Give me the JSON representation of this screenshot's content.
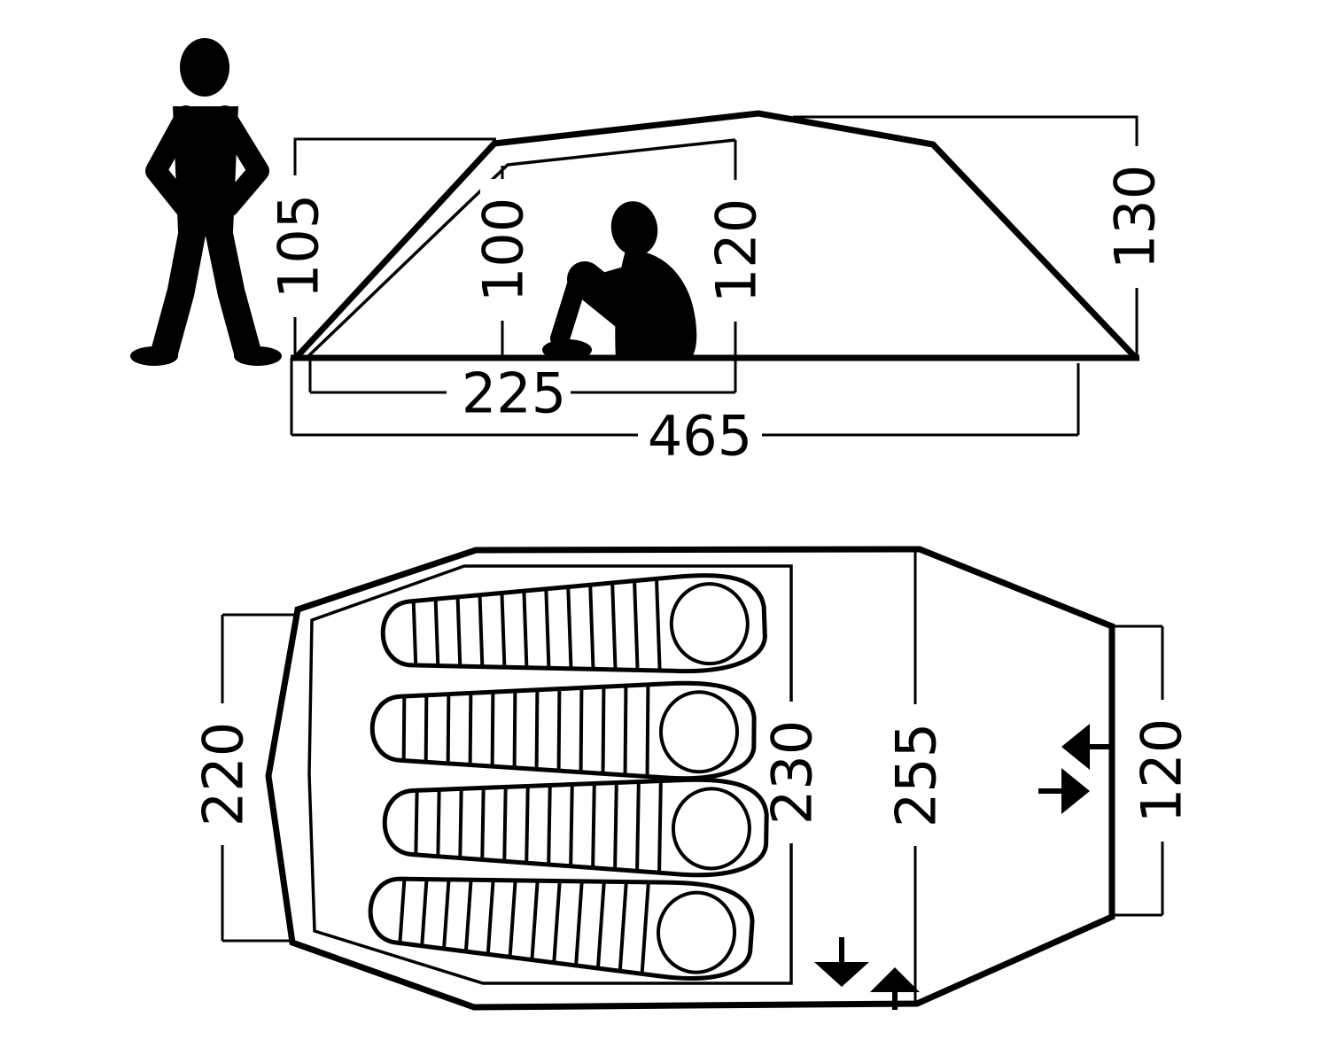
{
  "colors": {
    "ink": "#000000",
    "background": "#ffffff"
  },
  "side_view": {
    "dims": {
      "rear_height": "105",
      "inner_rear_height": "100",
      "inner_front_height": "120",
      "peak_height": "130",
      "inner_length": "225",
      "total_length": "465"
    },
    "figures": [
      "standing-person-silhouette",
      "sitting-person-silhouette"
    ]
  },
  "floor_plan": {
    "dims": {
      "rear_width": "220",
      "inner_width": "230",
      "max_width": "255",
      "door_width": "120"
    },
    "sleeping_bag_count": 4,
    "entrance_count": 2
  }
}
